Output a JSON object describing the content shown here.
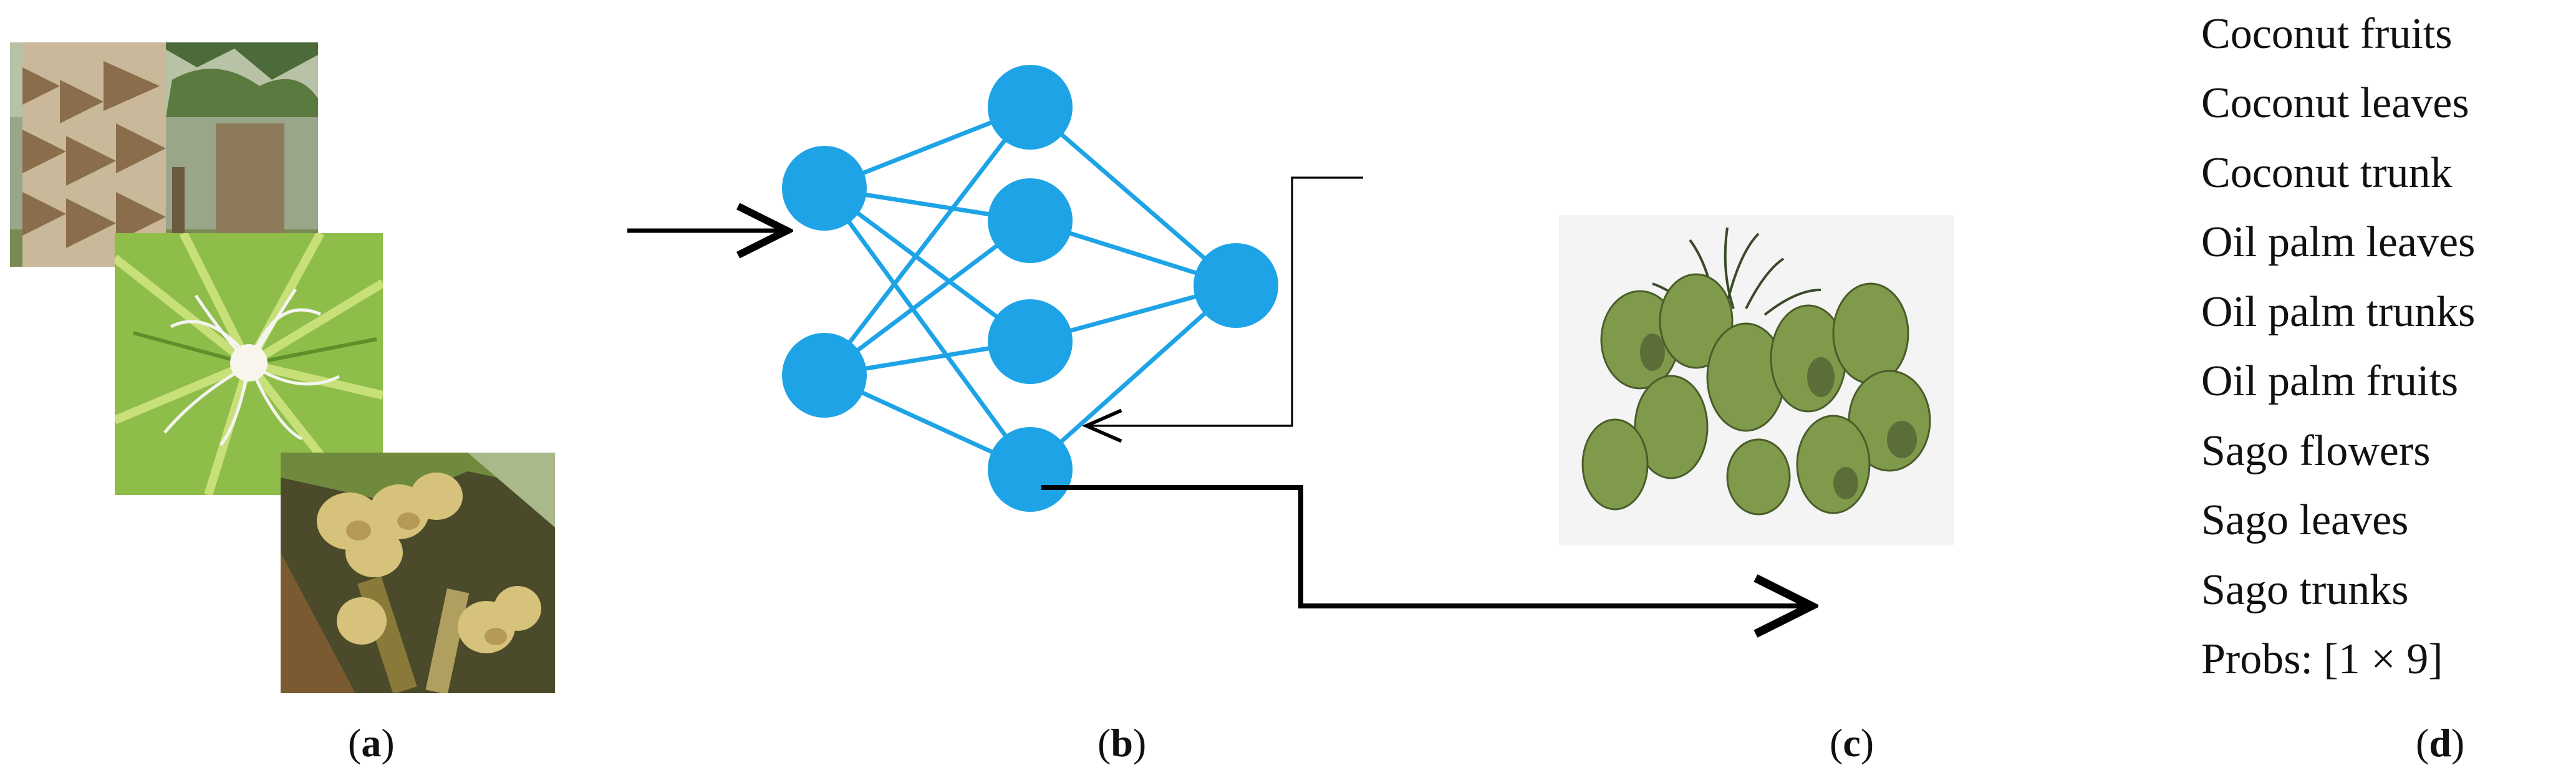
{
  "captions": {
    "a": {
      "open": "(",
      "letter": "a",
      "close": ")"
    },
    "b": {
      "open": "(",
      "letter": "b",
      "close": ")"
    },
    "c": {
      "open": "(",
      "letter": "c",
      "close": ")"
    },
    "d": {
      "open": "(",
      "letter": "d",
      "close": ")"
    }
  },
  "classes": [
    "Coconut fruits",
    "Coconut leaves",
    "Coconut trunk",
    "Oil palm leaves",
    "Oil palm trunks",
    "Oil palm fruits",
    "Sago flowers",
    "Sago leaves",
    "Sago trunks",
    "Probs: [1 × 9]"
  ],
  "colors": {
    "node": "#1ea4e6",
    "edge": "#1ea4e6",
    "arrow": "#000000"
  },
  "network": {
    "layers": [
      2,
      4,
      1
    ]
  }
}
